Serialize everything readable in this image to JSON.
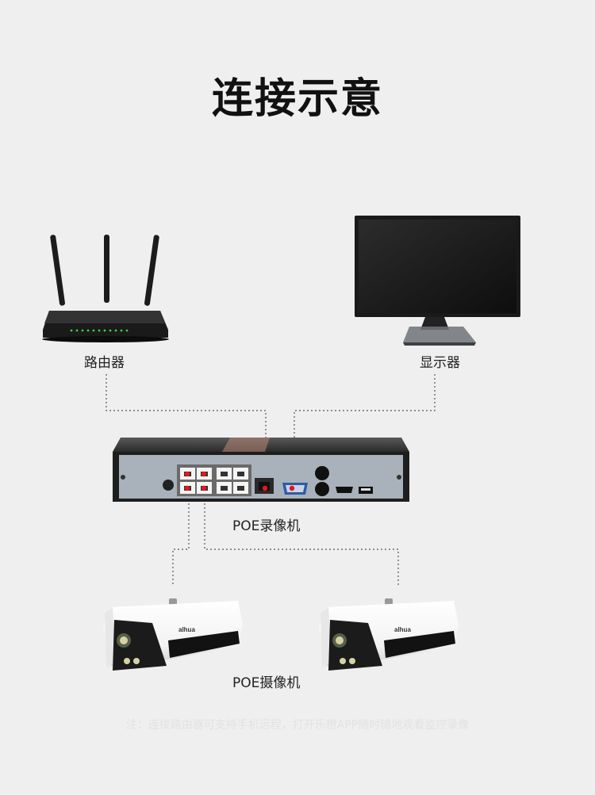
{
  "title": "连接示意",
  "devices": {
    "router": {
      "label": "路由器",
      "icon": "router-icon"
    },
    "monitor": {
      "label": "显示器",
      "icon": "monitor-icon"
    },
    "nvr": {
      "label": "POE录像机",
      "icon": "nvr-icon"
    },
    "cameras": {
      "label": "POE摄像机",
      "icon": "camera-icon",
      "brand": "alhua"
    }
  },
  "footnote": "注：连接路由器可支持手机远程，打开乐橙APP随时随地观看监控录像",
  "colors": {
    "background": "#efefef",
    "port_highlight": "#e8141e",
    "connector_line": "#555555"
  }
}
